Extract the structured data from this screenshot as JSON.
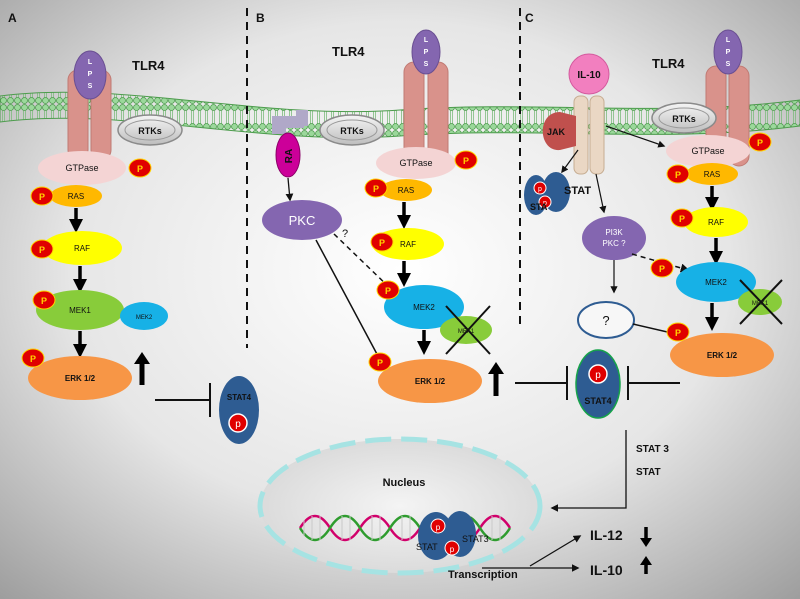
{
  "panels": {
    "a": {
      "letter": "A",
      "receptor": "TLR4",
      "lps": "LPS",
      "rtks": "RTKs",
      "gtpase": "GTPase",
      "ras": "RAS",
      "raf": "RAF",
      "mek1": "MEK1",
      "mek2": "MEK2",
      "erk": "ERK 1/2",
      "stat4": "STAT4"
    },
    "b": {
      "letter": "B",
      "receptor": "TLR4",
      "lps": "LPS",
      "rtks": "RTKs",
      "ra": "RA",
      "pkc": "PKC",
      "question": "?",
      "gtpase": "GTPase",
      "ras": "RAS",
      "raf": "RAF",
      "mek2": "MEK2",
      "mek1": "MEK1",
      "erk": "ERK 1/2"
    },
    "c": {
      "letter": "C",
      "cytokine": "IL-10",
      "receptor": "TLR4",
      "lps": "LPS",
      "jak": "JAK",
      "rtks": "RTKs",
      "stat": "STAT",
      "stat_short": "STA",
      "pi3k_line1": "PI3K",
      "pi3k_line2": "PKC ?",
      "gtpase": "GTPase",
      "ras": "RAS",
      "raf": "RAF",
      "mek2": "MEK2",
      "mek1": "MEK1",
      "question": "?",
      "erk": "ERK 1/2",
      "stat4": "STAT4",
      "stat3_label": "STAT 3",
      "stat_label": "STAT"
    }
  },
  "nucleus": {
    "title": "Nucleus",
    "stat": "STAT",
    "stat3": "STAT3",
    "transcription": "Transcription"
  },
  "outputs": {
    "il12": "IL-12",
    "il10": "IL-10"
  },
  "phospho": "P",
  "colors": {
    "membrane": "#7ec97e",
    "receptor": "#d9928b",
    "lps": "#8466b0",
    "gtpase": "#f4d4d4",
    "ras": "#ffb800",
    "raf": "#ffff00",
    "mek1": "#88cc3a",
    "mek2": "#17b1e6",
    "erk": "#f79646",
    "stat": "#2e5c92",
    "pkc": "#8466b0",
    "phospho": "#e00000"
  }
}
